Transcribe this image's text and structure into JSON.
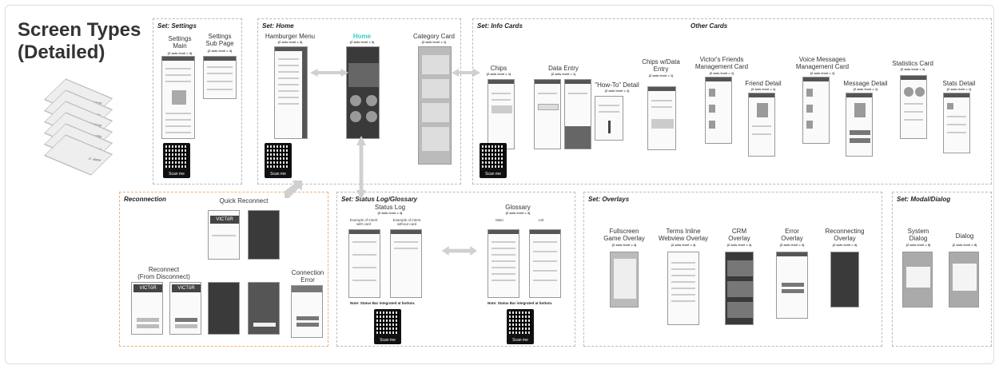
{
  "title_line1": "Screen Types",
  "title_line2": "(Detailed)",
  "stack_layers": [
    "5 - Dialog/Modal",
    "4 - Overlay",
    "3 - Menu/Subpage",
    "2 - Status Log/Bar",
    "1 - Card",
    "0 - Home"
  ],
  "qr_label": "Scan me",
  "sections": {
    "settings": {
      "title": "Set: Settings",
      "screens": [
        {
          "name1": "Settings",
          "name2": "Main",
          "level": "(Z axis level = 3)"
        },
        {
          "name1": "Settings",
          "name2": "Sub Page",
          "level": "(Z axis level = 3)"
        }
      ]
    },
    "home": {
      "title": "Set: Home",
      "screens": [
        {
          "name1": "Hamburger Menu",
          "level": "(Z axis level = 3)"
        },
        {
          "name1": "Home",
          "level": "(Z axis level = 0)"
        },
        {
          "name1": "Category Card",
          "level": "(Z axis level = 1)"
        }
      ]
    },
    "info": {
      "title": "Set: Info Cards",
      "screens": [
        {
          "name1": "Chips",
          "level": "(Z axis level = 1)"
        },
        {
          "name1": "Data Entry",
          "level": "(Z axis level = 1)"
        },
        {
          "name1": "\"How-To\" Detail",
          "level": "(Z axis level = 1)"
        },
        {
          "name1": "Chips w/Data",
          "name2": "Entry",
          "level": "(Z axis level = 1)"
        }
      ]
    },
    "other": {
      "title": "Other Cards",
      "screens": [
        {
          "name1": "Victor's Friends",
          "name2": "Management Card",
          "level": "(Z axis level = 1)"
        },
        {
          "name1": "Friend Detail",
          "level": "(Z axis level = 1)"
        },
        {
          "name1": "Voice Messages",
          "name2": "Management Card",
          "level": "(Z axis level = 1)"
        },
        {
          "name1": "Message Detail",
          "level": "(Z axis level = 1)"
        },
        {
          "name1": "Statistics Card",
          "level": "(Z axis level = 1)"
        },
        {
          "name1": "Stats Detail",
          "level": "(Z axis level = 1)"
        }
      ]
    },
    "reconnection": {
      "title": "Reconnection",
      "screens": [
        {
          "name1": "Quick Reconnect"
        },
        {
          "name1": "Reconnect",
          "name2": "(From Disconnect)"
        },
        {
          "name1": "Connection",
          "name2": "Error"
        }
      ],
      "brand": "VICTōR"
    },
    "status": {
      "title": "Set: Status Log/Glossary",
      "screens": [
        {
          "name1": "Status Log",
          "level": "(Z axis level = 4)"
        },
        {
          "name1": "Glossary",
          "level": "(Z axis level = 4)"
        }
      ],
      "status_sub1": "Example of intent",
      "status_sub1b": "with card",
      "status_sub2": "Example of intent",
      "status_sub2b": "without card",
      "glossary_main": "Main",
      "glossary_list": "List",
      "note": "Note: Status Bar integrated at bottom."
    },
    "overlays": {
      "title": "Set: Overlays",
      "screens": [
        {
          "name1": "Fullscreen",
          "name2": "Game Overlay",
          "level": "(Z axis level = 4)"
        },
        {
          "name1": "Terms Inline",
          "name2": "Webview Overlay",
          "level": "(Z axis level = 4)"
        },
        {
          "name1": "CRM",
          "name2": "Overlay",
          "level": "(Z axis level = 4)"
        },
        {
          "name1": "Error",
          "name2": "Overlay",
          "level": "(Z axis level = 4)"
        },
        {
          "name1": "Reconnecting",
          "name2": "Overlay",
          "level": "(Z axis level = 4)"
        }
      ]
    },
    "modal": {
      "title": "Set: Modal/Dialog",
      "screens": [
        {
          "name1": "System",
          "name2": "Dialog",
          "level": "(Z axis level = 5)"
        },
        {
          "name1": "Dialog",
          "level": "(Z axis level = 5)"
        }
      ]
    }
  }
}
